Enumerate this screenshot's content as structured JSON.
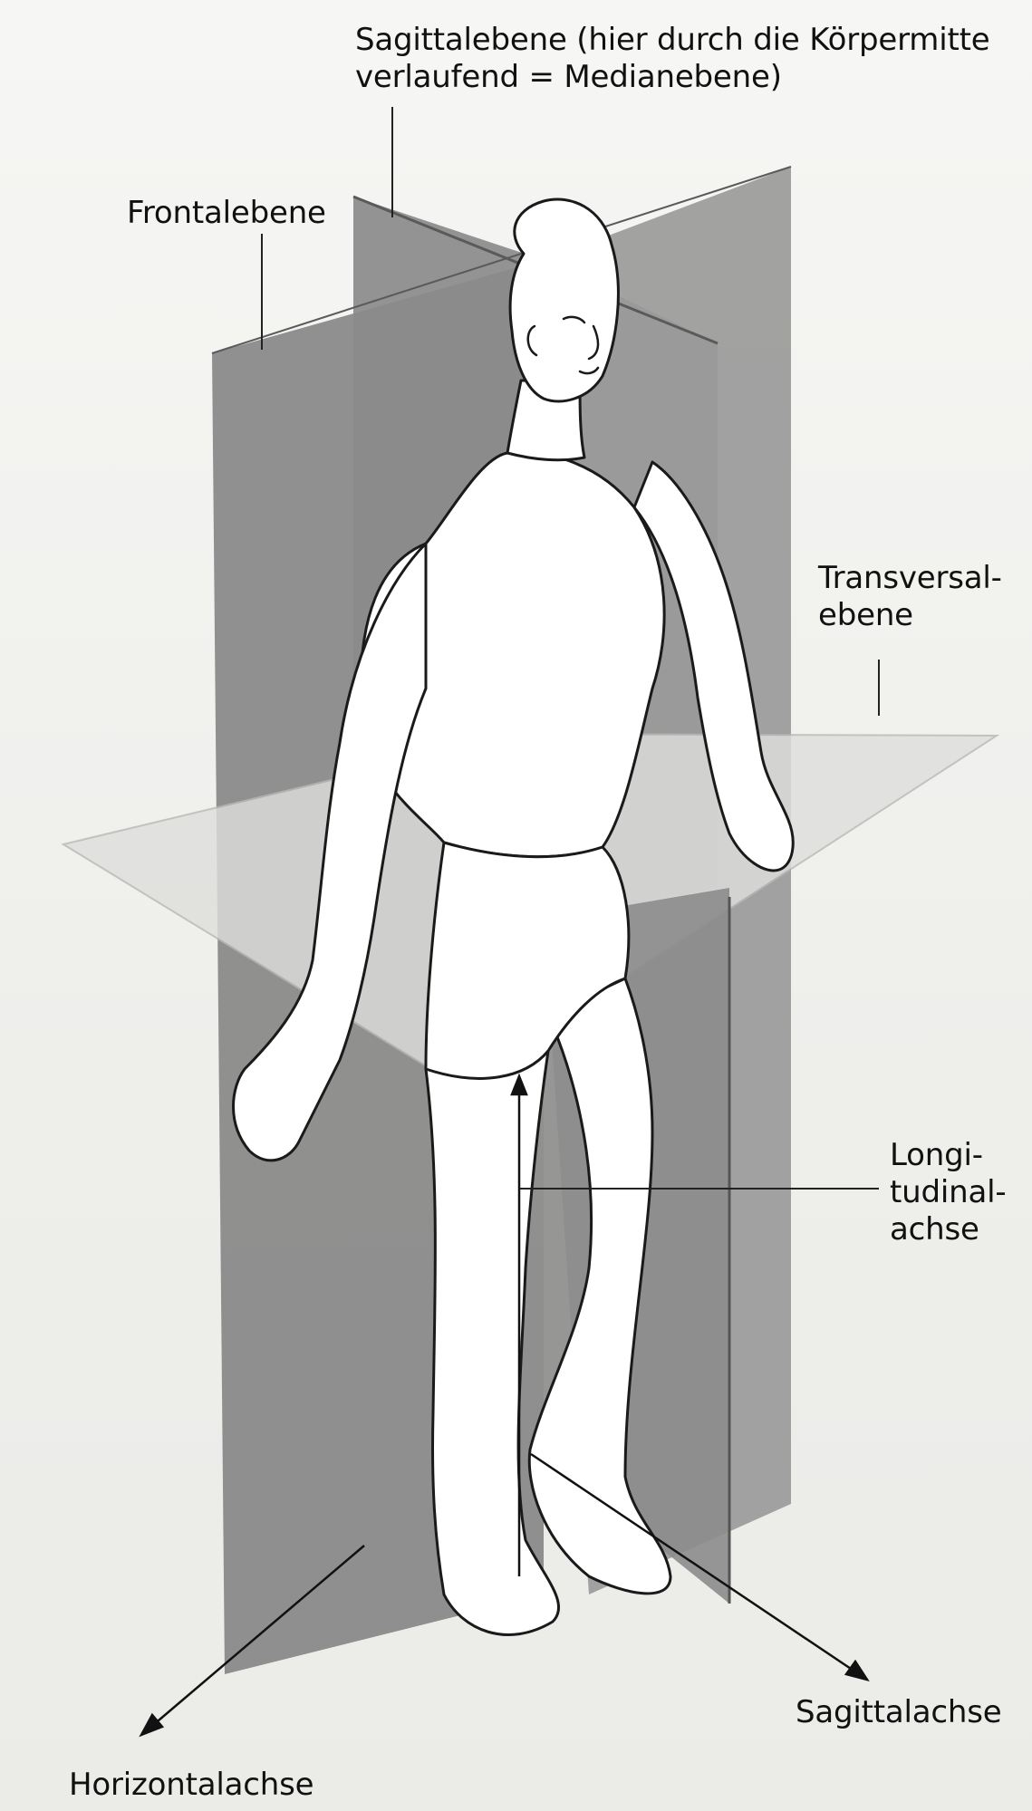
{
  "diagram": {
    "labels": {
      "sagittalebene": "Sagittalebene (hier durch die Körpermitte\nverlaufend = Medianebene)",
      "frontalebene": "Frontalebene",
      "transversalebene": "Transversal-\nebene",
      "longitudinalachse": "Longi-\ntudinal-\nachse",
      "sagittalachse": "Sagittalachse",
      "horizontalachse": "Horizontalachse"
    },
    "colors": {
      "frontal_plane": "#8e8e8e",
      "sagittal_plane": "#8a8a8a",
      "transverse_plane": "#d9d9d7",
      "body_fill": "#ffffff",
      "outline": "#1a1a1a",
      "background": "#f1f1ef"
    }
  }
}
